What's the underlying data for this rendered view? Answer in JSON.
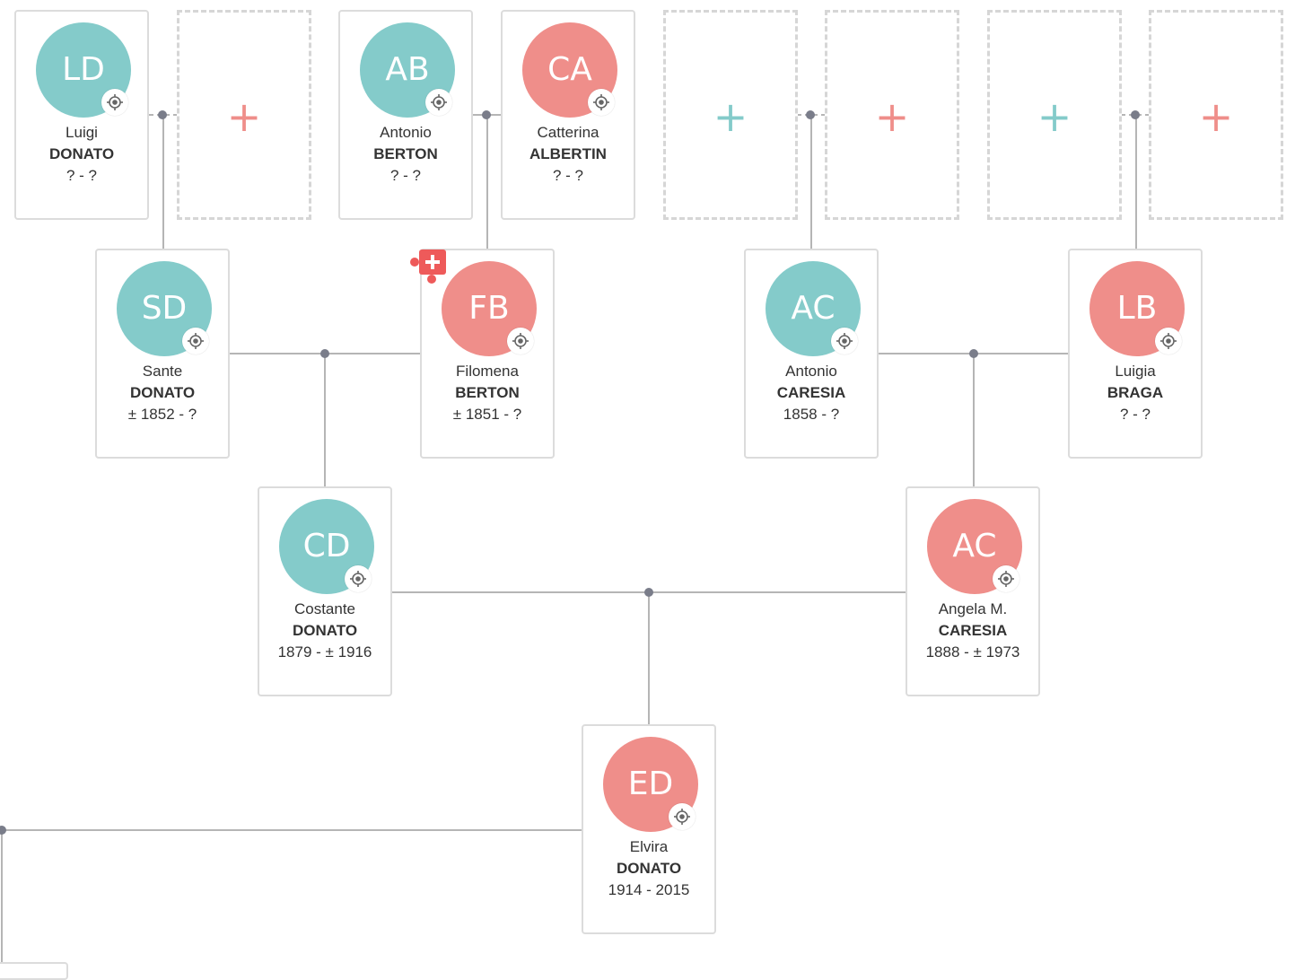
{
  "colors": {
    "male": "#84cbca",
    "female": "#ef8e8a",
    "line": "#b5b5b5",
    "dot": "#7a7d8a"
  },
  "people": {
    "luigi_donato": {
      "initials": "LD",
      "first": "Luigi",
      "last": "DONATO",
      "dates": "? - ?",
      "gender": "male"
    },
    "antonio_berton": {
      "initials": "AB",
      "first": "Antonio",
      "last": "BERTON",
      "dates": "? - ?",
      "gender": "male"
    },
    "catterina_albertin": {
      "initials": "CA",
      "first": "Catterina",
      "last": "ALBERTIN",
      "dates": "? - ?",
      "gender": "female"
    },
    "sante_donato": {
      "initials": "SD",
      "first": "Sante",
      "last": "DONATO",
      "dates": "± 1852 - ?",
      "gender": "male"
    },
    "filomena_berton": {
      "initials": "FB",
      "first": "Filomena",
      "last": "BERTON",
      "dates": "± 1851 - ?",
      "gender": "female"
    },
    "antonio_caresia": {
      "initials": "AC",
      "first": "Antonio",
      "last": "CARESIA",
      "dates": "1858 - ?",
      "gender": "male"
    },
    "luigia_braga": {
      "initials": "LB",
      "first": "Luigia",
      "last": "BRAGA",
      "dates": "? - ?",
      "gender": "female"
    },
    "costante_donato": {
      "initials": "CD",
      "first": "Costante",
      "last": "DONATO",
      "dates": "1879 - ± 1916",
      "gender": "male"
    },
    "angela_caresia": {
      "initials": "AC",
      "first": "Angela M.",
      "last": "CARESIA",
      "dates": "1888 - ± 1973",
      "gender": "female"
    },
    "elvira_donato": {
      "initials": "ED",
      "first": "Elvira",
      "last": "DONATO",
      "dates": "1914 - 2015",
      "gender": "female"
    }
  },
  "add_parent": {
    "plus_symbol": "+",
    "male_color": "#84cbca",
    "female_color": "#ef8e8a"
  }
}
